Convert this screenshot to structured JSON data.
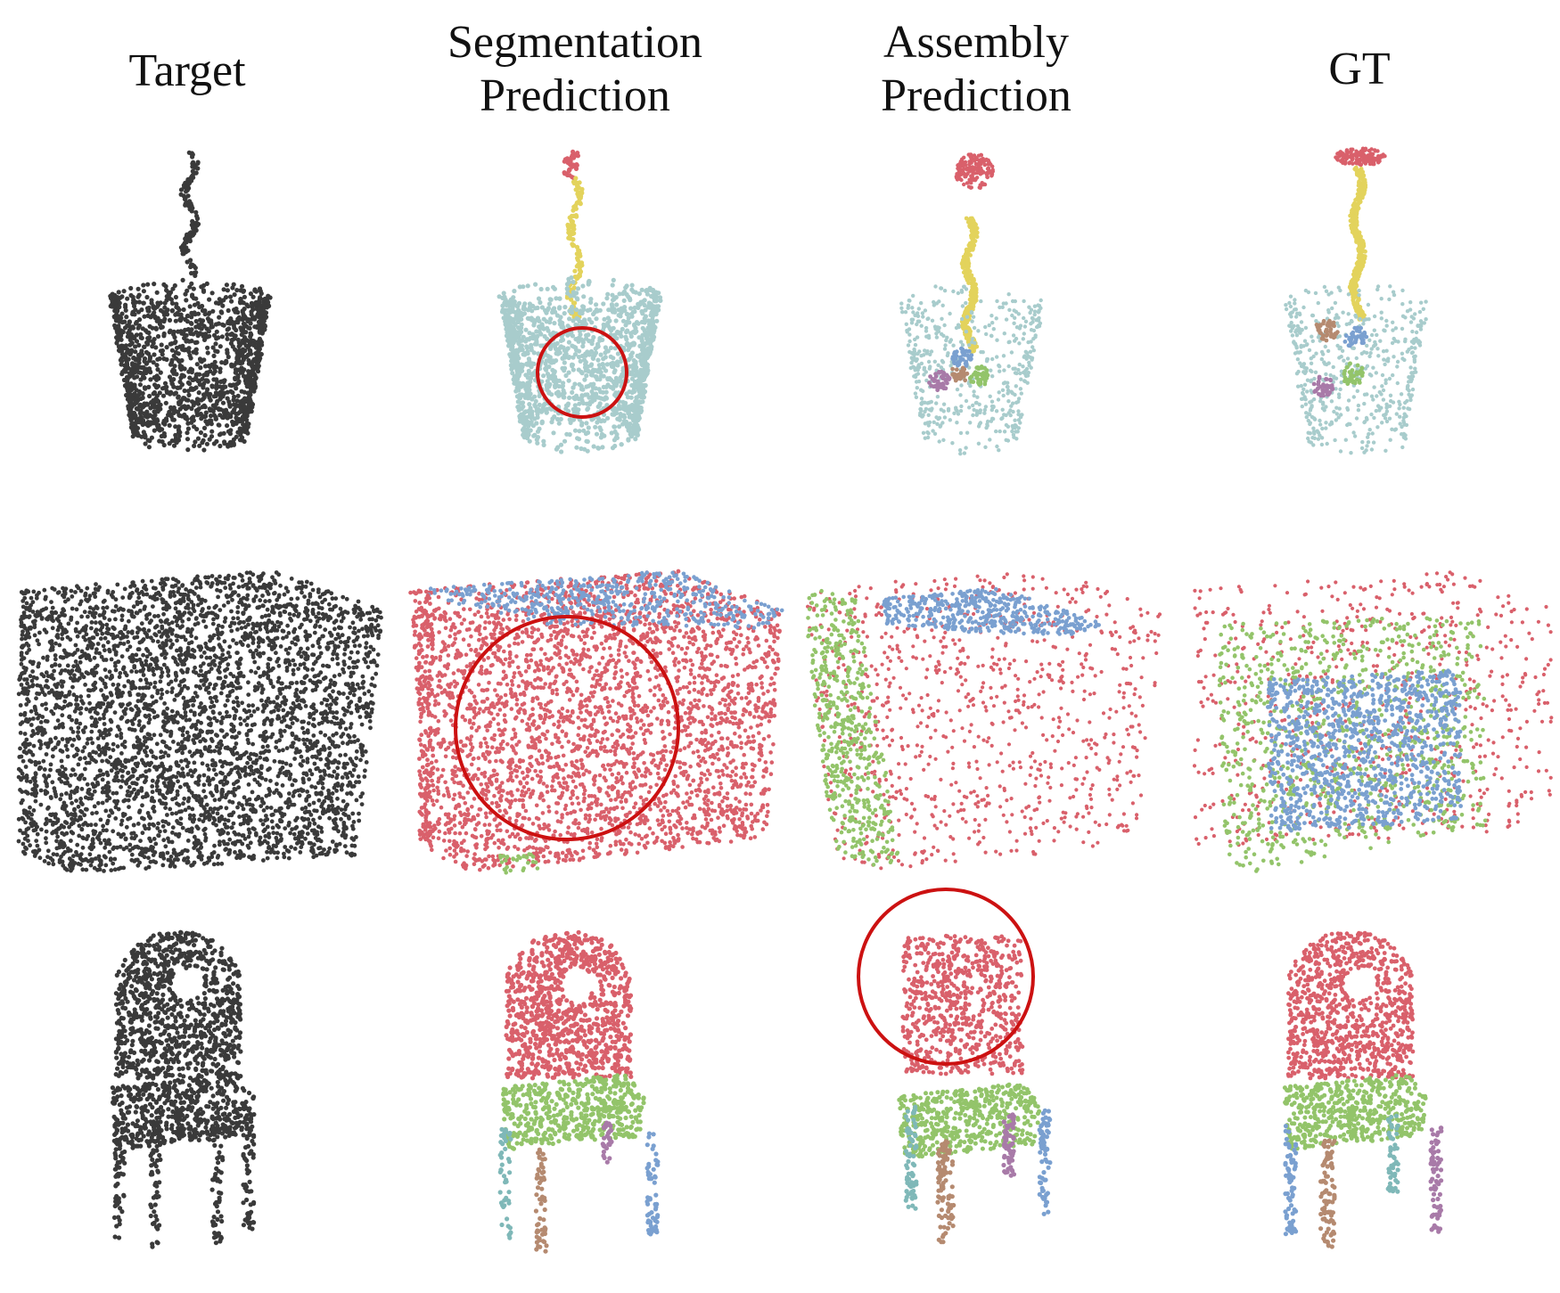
{
  "headers": {
    "target": "Target",
    "segmentation": [
      "Segmentation",
      "Prediction"
    ],
    "assembly": [
      "Assembly",
      "Prediction"
    ],
    "gt": "GT"
  },
  "colors": {
    "target": "#3a3a3a",
    "base": "#a8cccc",
    "red": "#d9606b",
    "blue": "#7aa0d0",
    "green": "#93c46a",
    "yellow": "#e3d35c",
    "brown": "#b58a70",
    "purple": "#a87aa8",
    "teal": "#7fb8b8",
    "circle": "#cc1111"
  }
}
